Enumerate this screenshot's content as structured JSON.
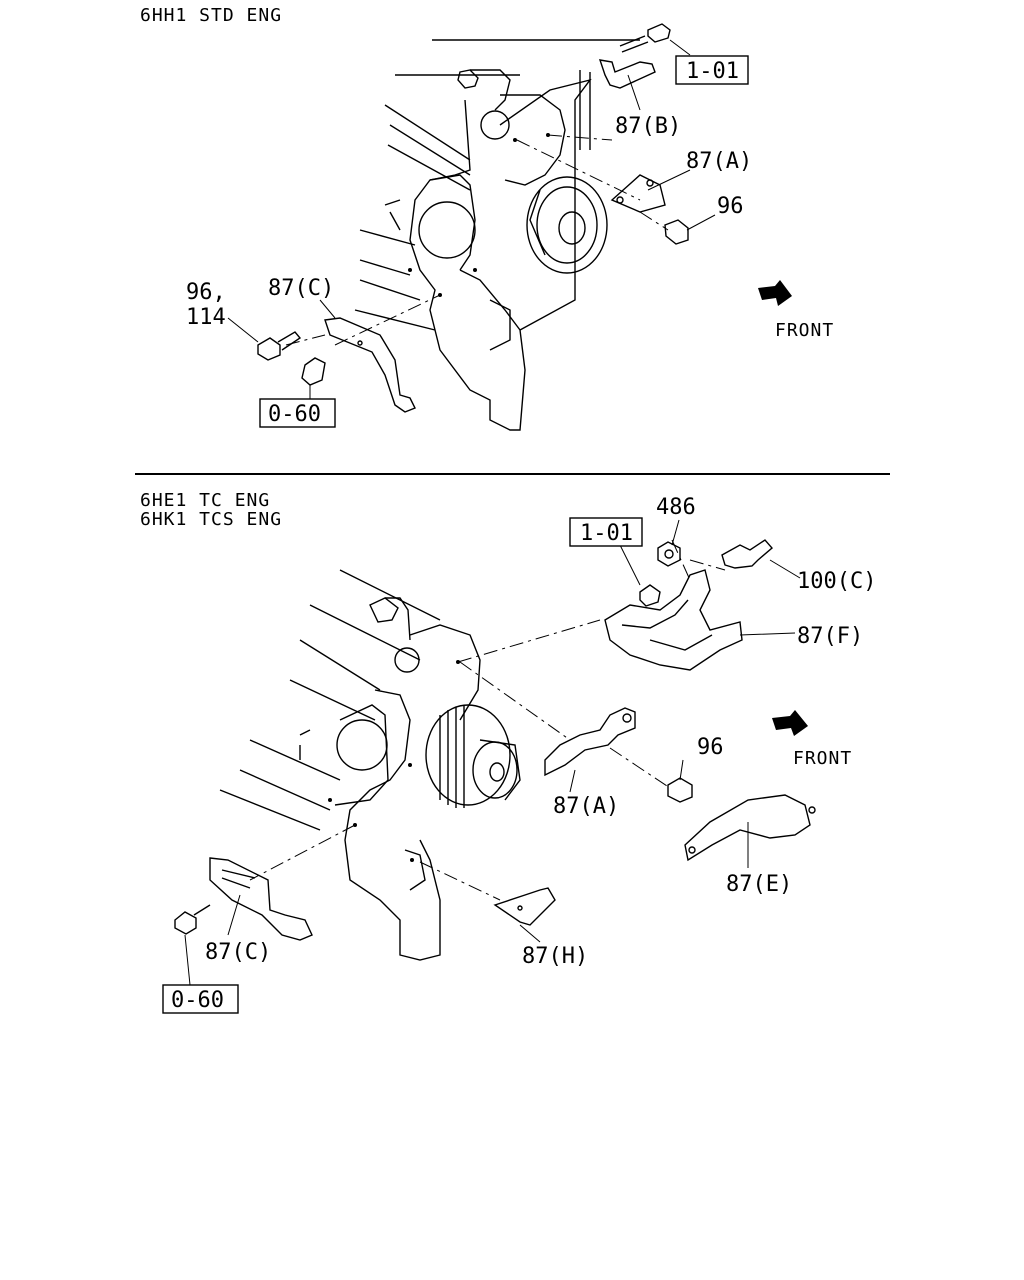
{
  "top_section": {
    "engine_label": "6HH1 STD ENG",
    "front_label": "FRONT",
    "callouts": {
      "ref_1_01": "1-01",
      "p87b": "87(B)",
      "p87a": "87(A)",
      "p96": "96",
      "p96_114_line1": "96,",
      "p96_114_line2": "114",
      "p87c": "87(C)",
      "ref_0_60": "0-60"
    }
  },
  "bottom_section": {
    "engine_label_1": "6HE1 TC ENG",
    "engine_label_2": "6HK1 TCS ENG",
    "front_label": "FRONT",
    "callouts": {
      "p486": "486",
      "ref_1_01": "1-01",
      "p100c": "100(C)",
      "p87f": "87(F)",
      "p96": "96",
      "p87a": "87(A)",
      "p87e": "87(E)",
      "p87c": "87(C)",
      "p87h": "87(H)",
      "ref_0_60": "0-60"
    }
  }
}
